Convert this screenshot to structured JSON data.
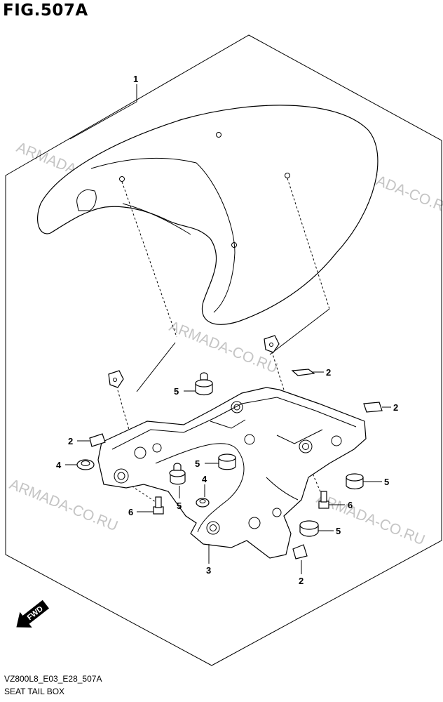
{
  "figure": {
    "title": "FIG.507A",
    "code": "VZ800L8_E03_E28_507A",
    "name": "SEAT TAIL BOX"
  },
  "watermark": "ARMADA-CO.RU",
  "fwd_label": "FWD",
  "callouts": [
    "1",
    "2",
    "2",
    "2",
    "2",
    "3",
    "4",
    "4",
    "5",
    "5",
    "5",
    "5",
    "5",
    "6",
    "6"
  ]
}
